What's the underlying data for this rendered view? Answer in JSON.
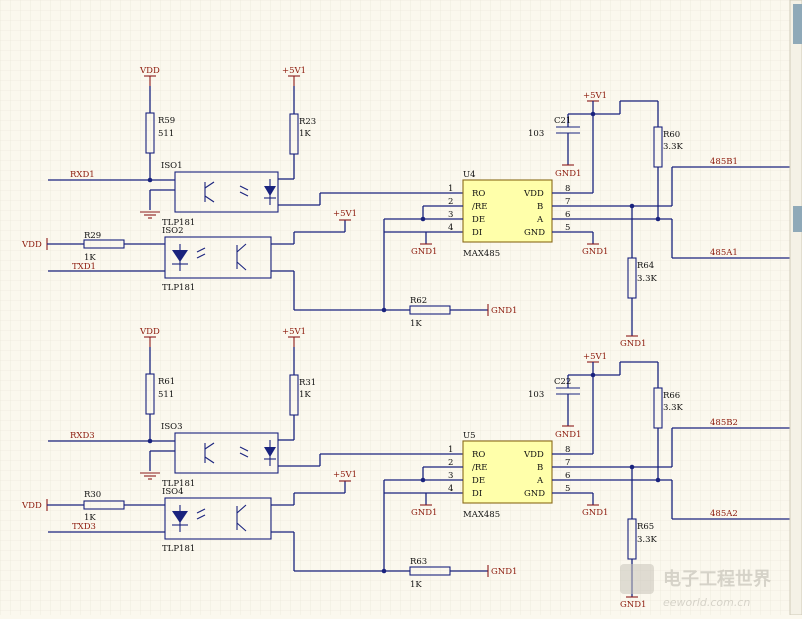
{
  "powers": {
    "vdd": "VDD",
    "p5": "+5V1",
    "gnd": "GND1"
  },
  "nets": {
    "rxd1": "RXD1",
    "txd1": "TXD1",
    "rxd3": "RXD3",
    "txd3": "TXD3",
    "b1": "485B1",
    "a1": "485A1",
    "b2": "485B2",
    "a2": "485A2"
  },
  "parts": {
    "R59": {
      "ref": "R59",
      "val": "511"
    },
    "R23": {
      "ref": "R23",
      "val": "1K"
    },
    "R29": {
      "ref": "R29",
      "val": "1K"
    },
    "R62": {
      "ref": "R62",
      "val": "1K"
    },
    "R60": {
      "ref": "R60",
      "val": "3.3K"
    },
    "R64": {
      "ref": "R64",
      "val": "3.3K"
    },
    "R61": {
      "ref": "R61",
      "val": "511"
    },
    "R31": {
      "ref": "R31",
      "val": "1K"
    },
    "R30": {
      "ref": "R30",
      "val": "1K"
    },
    "R63": {
      "ref": "R63",
      "val": "1K"
    },
    "R66": {
      "ref": "R66",
      "val": "3.3K"
    },
    "R65": {
      "ref": "R65",
      "val": "3.3K"
    },
    "C21": {
      "ref": "C21",
      "val": "103"
    },
    "C22": {
      "ref": "C22",
      "val": "103"
    },
    "ISO1": {
      "ref": "ISO1",
      "val": "TLP181"
    },
    "ISO2": {
      "ref": "ISO2",
      "val": "TLP181"
    },
    "ISO3": {
      "ref": "ISO3",
      "val": "TLP181"
    },
    "ISO4": {
      "ref": "ISO4",
      "val": "TLP181"
    },
    "U4": {
      "ref": "U4",
      "val": "MAX485"
    },
    "U5": {
      "ref": "U5",
      "val": "MAX485"
    }
  },
  "pins": {
    "left": [
      "RO",
      "/RE",
      "DE",
      "DI"
    ],
    "left_nums": [
      "1",
      "2",
      "3",
      "4"
    ],
    "right": [
      "VDD",
      "B",
      "A",
      "GND"
    ],
    "right_nums": [
      "8",
      "7",
      "6",
      "5"
    ]
  },
  "watermark": {
    "cn": "电子工程世界",
    "url": "eeworld.com.cn"
  },
  "colors": {
    "background": "#fbf8ee",
    "grid": "#e6e2d4",
    "wire": "#1a237e",
    "label": "#8c1a0c",
    "chip": "#ffffaa"
  }
}
